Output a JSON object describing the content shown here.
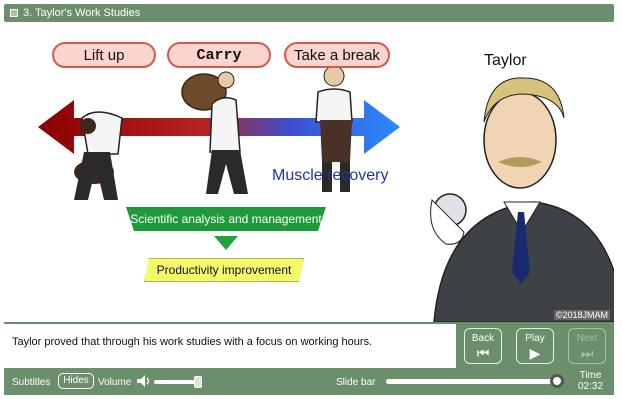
{
  "header": {
    "title": "3. Taylor's Work Studies"
  },
  "slide": {
    "labels": {
      "lift_up": "Lift up",
      "carry": "Carry",
      "take_a_break": "Take a break"
    },
    "taylor_label": "Taylor",
    "muscle_recovery": "Muscle recovery",
    "analysis_box": "Scientific analysis and management",
    "productivity_box": "Productivity improvement",
    "copyright": "©2018JMAM",
    "colors": {
      "arrow_left": "#8b0000",
      "arrow_right": "#2a6bff",
      "green": "#1f9a3b",
      "yellow": "#f4f86a",
      "chrome": "#6b8f6a"
    }
  },
  "caption": {
    "text": "Taylor proved that through his work studies with a focus on working hours."
  },
  "controls": {
    "back_label": "Back",
    "play_label": "Play",
    "next_label": "Next",
    "subtitles_label": "Subtitles",
    "hides_label": "Hides",
    "volume_label": "Volume",
    "volume_level": 0.92,
    "slide_bar_label": "Slide bar",
    "slide_progress": 0.97,
    "time_label": "Time",
    "time_value": "02:32"
  }
}
